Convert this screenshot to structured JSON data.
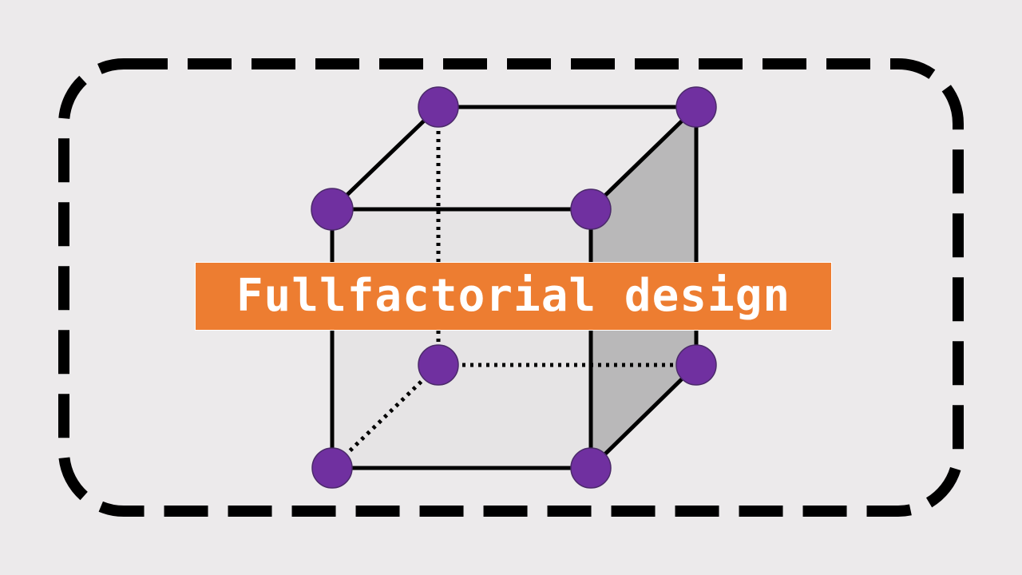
{
  "title": "Fullfactorial design",
  "colors": {
    "background": "#eceaeb",
    "frame": "#000000",
    "edge": "#000000",
    "vertex_fill": "#7030a0",
    "vertex_stroke": "#4b2a6a",
    "front_face": "#e6e4e5",
    "side_face": "#b9b8b9",
    "banner": "#ed7d31",
    "banner_text": "#ffffff"
  },
  "diagram": {
    "shape": "cube",
    "vertex_count": 8,
    "hidden_edges": "dotted",
    "shaded_face": "right"
  }
}
